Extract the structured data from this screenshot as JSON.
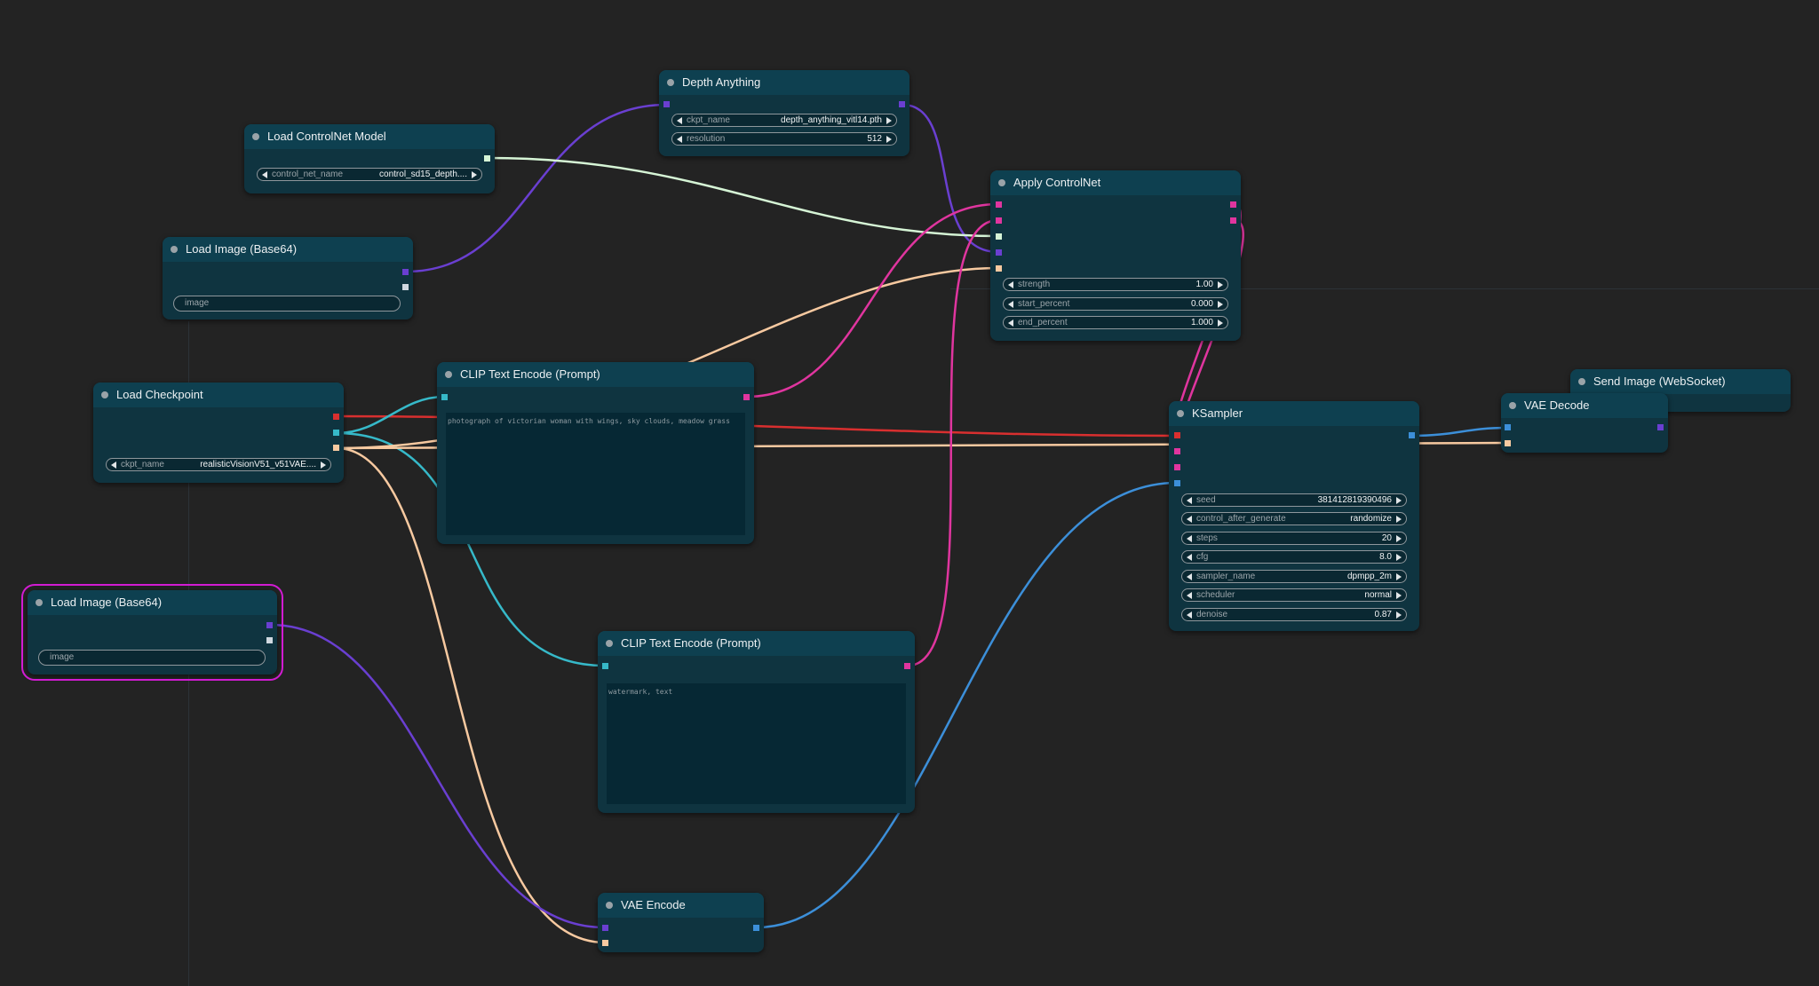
{
  "colors": {
    "background": "#232323",
    "node_body": "#0f3440",
    "node_title": "#0e4050",
    "model": "#d92f2f",
    "clip": "#36b9c9",
    "vae": "#f7c9a0",
    "image": "#6a3fd1",
    "mask": "#cfd8e0",
    "conditioning": "#e0359f",
    "control_net": "#d6f5d6",
    "latent": "#3c8fd9",
    "selected_outline": "#d21bd2"
  },
  "nodes": {
    "depth_anything": {
      "title": "Depth Anything",
      "widgets": [
        {
          "label": "ckpt_name",
          "value": "depth_anything_vitl14.pth"
        },
        {
          "label": "resolution",
          "value": "512"
        }
      ]
    },
    "load_controlnet": {
      "title": "Load ControlNet Model",
      "widgets": [
        {
          "label": "control_net_name",
          "value": "control_sd15_depth...."
        }
      ]
    },
    "load_image_1": {
      "title": "Load Image (Base64)",
      "image_label": "image"
    },
    "apply_controlnet": {
      "title": "Apply ControlNet",
      "widgets": [
        {
          "label": "strength",
          "value": "1.00"
        },
        {
          "label": "start_percent",
          "value": "0.000"
        },
        {
          "label": "end_percent",
          "value": "1.000"
        }
      ]
    },
    "load_checkpoint": {
      "title": "Load Checkpoint",
      "widgets": [
        {
          "label": "ckpt_name",
          "value": "realisticVisionV51_v51VAE...."
        }
      ]
    },
    "clip_pos": {
      "title": "CLIP Text Encode (Prompt)",
      "text": "photograph of victorian woman with wings, sky clouds, meadow grass"
    },
    "clip_neg": {
      "title": "CLIP Text Encode (Prompt)",
      "text": "watermark, text"
    },
    "send_image": {
      "title": "Send Image (WebSocket)"
    },
    "vae_decode": {
      "title": "VAE Decode"
    },
    "ksampler": {
      "title": "KSampler",
      "widgets": [
        {
          "label": "seed",
          "value": "381412819390496"
        },
        {
          "label": "control_after_generate",
          "value": "randomize"
        },
        {
          "label": "steps",
          "value": "20"
        },
        {
          "label": "cfg",
          "value": "8.0"
        },
        {
          "label": "sampler_name",
          "value": "dpmpp_2m"
        },
        {
          "label": "scheduler",
          "value": "normal"
        },
        {
          "label": "denoise",
          "value": "0.87"
        }
      ]
    },
    "load_image_2": {
      "title": "Load Image (Base64)",
      "image_label": "image"
    },
    "vae_encode": {
      "title": "VAE Encode"
    }
  }
}
